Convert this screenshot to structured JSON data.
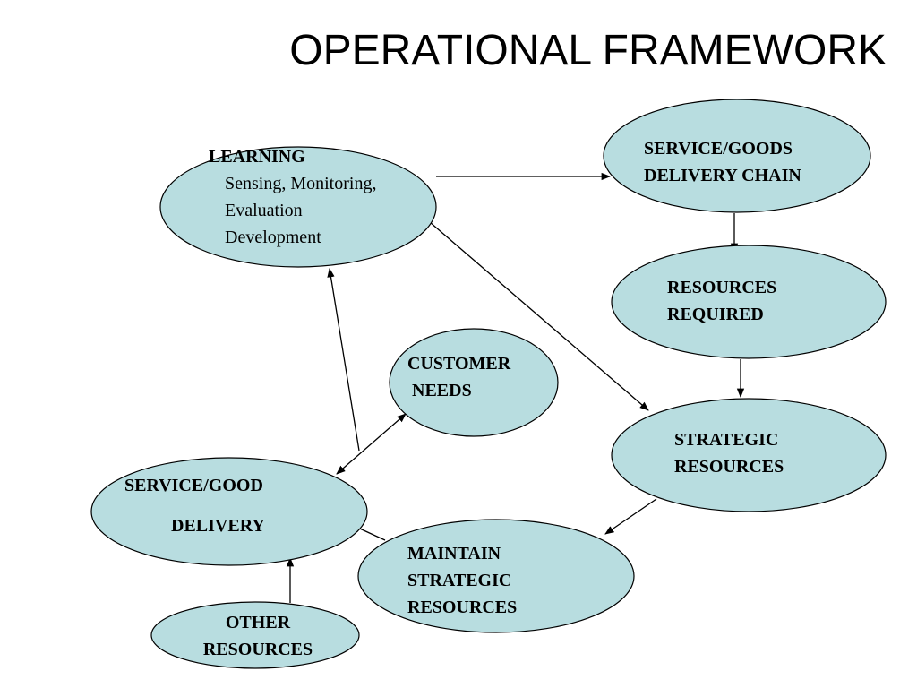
{
  "title": "OPERATIONAL FRAMEWORK",
  "colors": {
    "node_fill": "#b8dde0",
    "stroke": "#000000",
    "background": "#ffffff"
  },
  "nodes": {
    "learning": {
      "heading": "LEARNING",
      "lines": [
        "Sensing, Monitoring,",
        "Evaluation",
        "Development"
      ]
    },
    "delivery_chain": {
      "lines": [
        "SERVICE/GOODS",
        "DELIVERY CHAIN"
      ]
    },
    "resources_required": {
      "lines": [
        "RESOURCES",
        "REQUIRED"
      ]
    },
    "strategic_resources": {
      "lines": [
        "STRATEGIC",
        "RESOURCES"
      ]
    },
    "customer_needs": {
      "lines": [
        "CUSTOMER",
        "NEEDS"
      ]
    },
    "service_good_delivery": {
      "lines": [
        "SERVICE/GOOD",
        "DELIVERY"
      ]
    },
    "maintain_strategic": {
      "lines": [
        "MAINTAIN",
        "STRATEGIC",
        "RESOURCES"
      ]
    },
    "other_resources": {
      "lines": [
        "OTHER",
        "RESOURCES"
      ]
    }
  },
  "edges": [
    {
      "from": "learning",
      "to": "delivery_chain"
    },
    {
      "from": "learning",
      "to": "strategic_resources"
    },
    {
      "from": "delivery_chain",
      "to": "resources_required"
    },
    {
      "from": "resources_required",
      "to": "strategic_resources"
    },
    {
      "from": "strategic_resources",
      "to": "maintain_strategic"
    },
    {
      "from": "maintain_strategic",
      "to": "service_good_delivery"
    },
    {
      "from": "other_resources",
      "to": "service_good_delivery"
    },
    {
      "from": "service_good_delivery",
      "to": "learning"
    },
    {
      "from": "service_good_delivery",
      "to": "customer_needs",
      "bidirectional": true
    }
  ]
}
